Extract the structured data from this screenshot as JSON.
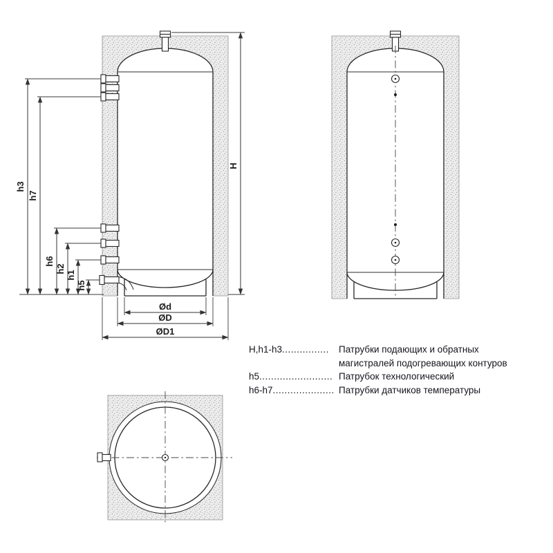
{
  "page": {
    "background": "#ffffff"
  },
  "front_view": {
    "dims": {
      "h3": "h3",
      "h7": "h7",
      "h6": "h6",
      "h2": "h2",
      "h1": "h1",
      "h5": "h5",
      "H": "H",
      "d": "Ød",
      "D": "ØD",
      "D1": "ØD1"
    }
  },
  "legend": {
    "rows": [
      {
        "key": "H,h1-h3",
        "dots": "................",
        "desc": "Патрубки подающих и обратных\nмагистралей подогревающих контуров"
      },
      {
        "key": "h5",
        "dots": ".........................",
        "desc": "Патрубок технологический"
      },
      {
        "key": "h6-h7",
        "dots": ".....................",
        "desc": "Патрубки датчиков температуры"
      }
    ]
  },
  "colors": {
    "outline": "#252525",
    "dimension": "#333333",
    "hatch_dot": "#a9a9a9",
    "hatch_bg": "#eeeeee",
    "text": "#15151d"
  }
}
